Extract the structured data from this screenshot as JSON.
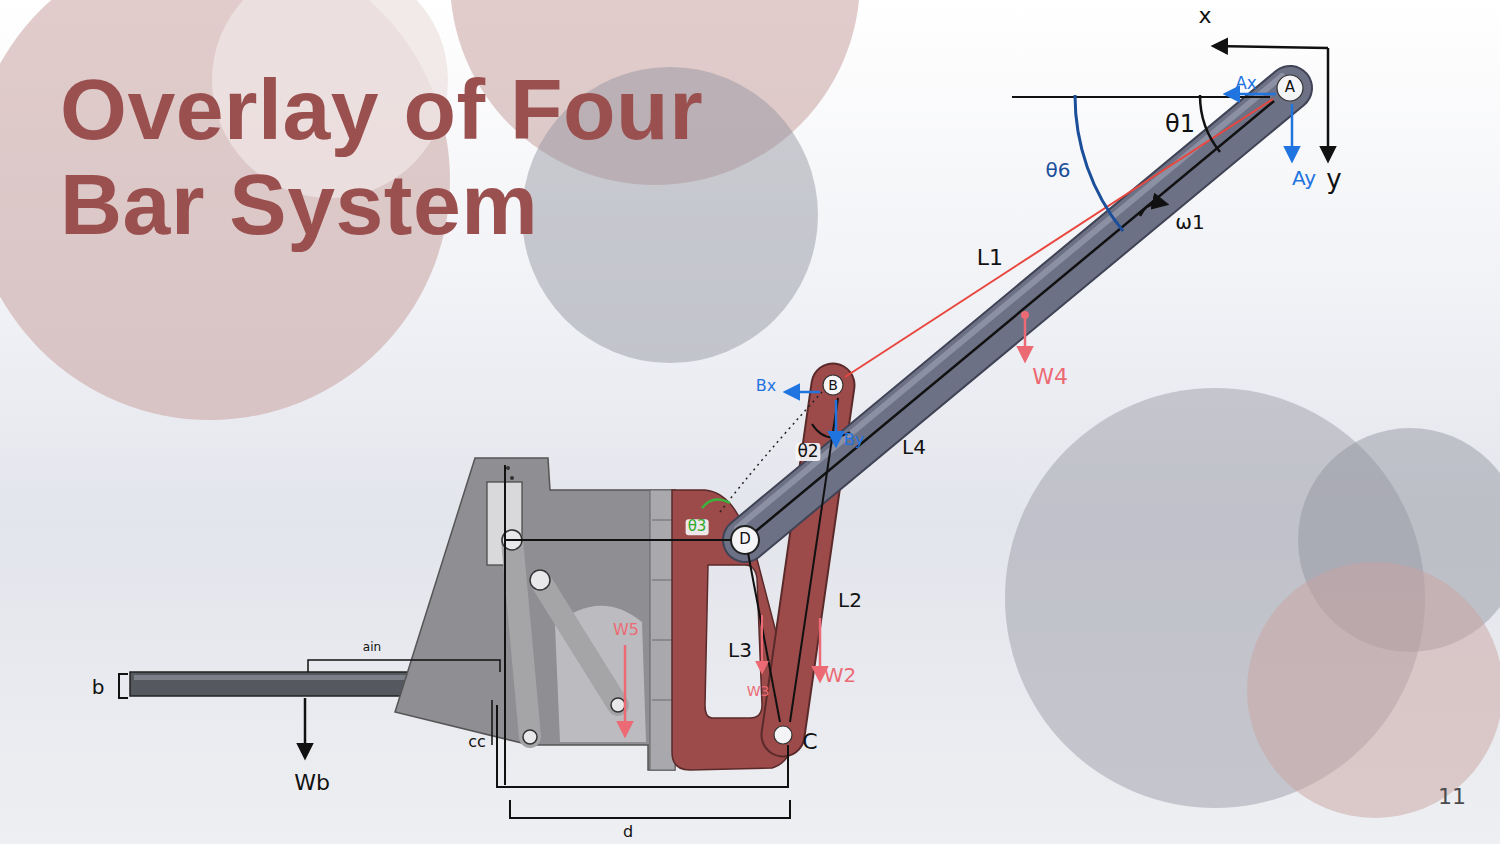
{
  "diagram": {
    "title": "Overlay of Four Bar System",
    "labels": [
      "x",
      "y",
      "A",
      "Ax",
      "Ay",
      "θ1",
      "θ6",
      "ω1",
      "L1",
      "W4",
      "B",
      "Bx",
      "By",
      "θ2",
      "L4",
      "θ3",
      "D",
      "L2",
      "L3",
      "W2",
      "W3",
      "W5",
      "C",
      "cc",
      "ain",
      "b",
      "Wb",
      "d",
      "11"
    ]
  }
}
